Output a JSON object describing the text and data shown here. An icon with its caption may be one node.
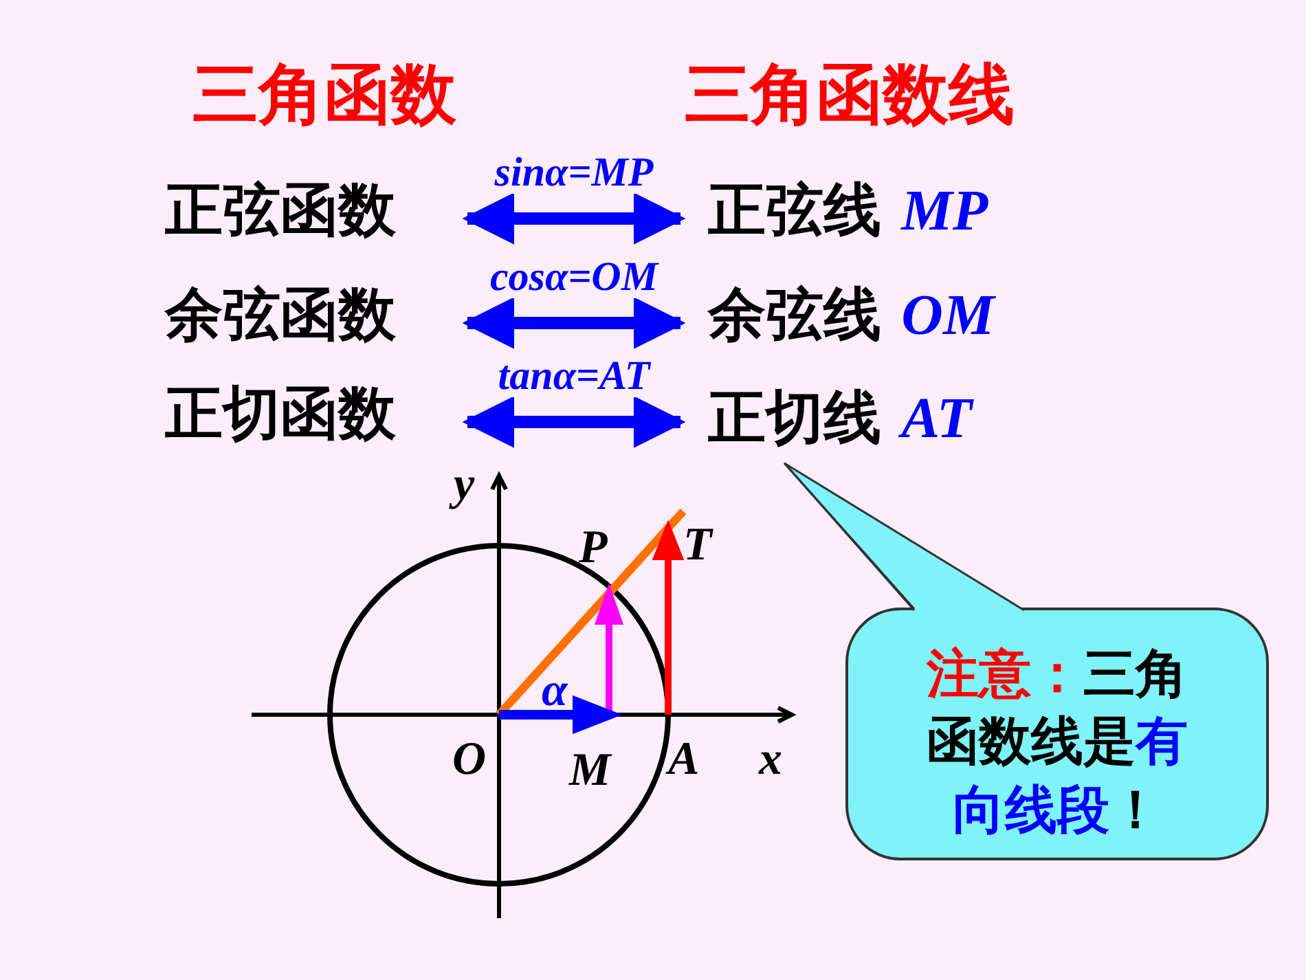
{
  "diagram": {
    "nodes": [
      {
        "text": [
          "三角函数"
        ]
      },
      {
        "text": [
          "三角函数线"
        ]
      },
      {
        "text": [
          "正弦函数"
        ]
      },
      {
        "text": [
          "正弦线 *MP*"
        ]
      },
      {
        "text": [
          "余弦函数"
        ]
      },
      {
        "text": [
          "余弦线 *OM*"
        ]
      },
      {
        "text": [
          "正切函数"
        ]
      },
      {
        "text": [
          "正切线 *AT*"
        ]
      },
      {
        "text": [
          "**注意：**三角函数线是**有向线段**！"
        ]
      }
    ],
    "edges": [
      {
        "from": 2,
        "to": 3,
        "arrow": "both",
        "label": "sinα=MP"
      },
      {
        "from": 4,
        "to": 5,
        "arrow": "both",
        "label": "cosα=OM"
      },
      {
        "from": 6,
        "to": 7,
        "arrow": "both",
        "label": "tanα=AT"
      },
      {
        "from": 8,
        "to": 7,
        "arrow": "none",
        "color": "#333333"
      }
    ],
    "labels": [
      "y",
      "P",
      "T",
      "α",
      "O",
      "M",
      "A",
      "x"
    ]
  }
}
